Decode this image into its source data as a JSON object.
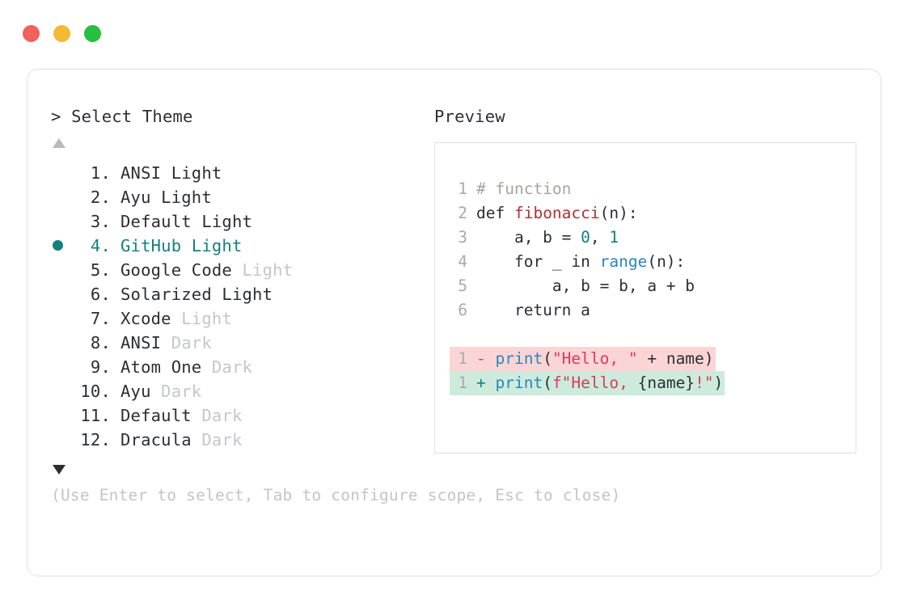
{
  "window": {
    "traffic_lights": [
      {
        "name": "close",
        "color": "#f2615c"
      },
      {
        "name": "minimize",
        "color": "#f5b935"
      },
      {
        "name": "maximize",
        "color": "#27bf3f"
      }
    ]
  },
  "left": {
    "prompt": "> Select Theme",
    "scroll_up_icon": "triangle-up",
    "scroll_down_icon": "triangle-down",
    "selected_index": 4,
    "themes": [
      {
        "num": "1.",
        "name": "ANSI Light",
        "variant": "",
        "selected": false
      },
      {
        "num": "2.",
        "name": "Ayu Light",
        "variant": "",
        "selected": false
      },
      {
        "num": "3.",
        "name": "Default Light",
        "variant": "",
        "selected": false
      },
      {
        "num": "4.",
        "name": "GitHub Light",
        "variant": "",
        "selected": true
      },
      {
        "num": "5.",
        "name": "Google Code",
        "variant": "Light",
        "selected": false
      },
      {
        "num": "6.",
        "name": "Solarized Light",
        "variant": "",
        "selected": false
      },
      {
        "num": "7.",
        "name": "Xcode",
        "variant": "Light",
        "selected": false
      },
      {
        "num": "8.",
        "name": "ANSI",
        "variant": "Dark",
        "selected": false
      },
      {
        "num": "9.",
        "name": "Atom One",
        "variant": "Dark",
        "selected": false
      },
      {
        "num": "10.",
        "name": "Ayu",
        "variant": "Dark",
        "selected": false
      },
      {
        "num": "11.",
        "name": "Default",
        "variant": "Dark",
        "selected": false
      },
      {
        "num": "12.",
        "name": "Dracula",
        "variant": "Dark",
        "selected": false
      }
    ]
  },
  "right": {
    "title": "Preview",
    "code_lines": [
      {
        "gutter": "1",
        "tokens": [
          {
            "t": "# function",
            "c": "comment"
          }
        ]
      },
      {
        "gutter": "2",
        "tokens": [
          {
            "t": "def ",
            "c": "kw"
          },
          {
            "t": "fibonacci",
            "c": "fn"
          },
          {
            "t": "(n):",
            "c": "punct"
          }
        ]
      },
      {
        "gutter": "3",
        "tokens": [
          {
            "t": "    a, b = ",
            "c": "plain"
          },
          {
            "t": "0",
            "c": "num"
          },
          {
            "t": ", ",
            "c": "plain"
          },
          {
            "t": "1",
            "c": "num"
          }
        ]
      },
      {
        "gutter": "4",
        "tokens": [
          {
            "t": "    for _ in ",
            "c": "plain"
          },
          {
            "t": "range",
            "c": "builtin"
          },
          {
            "t": "(n):",
            "c": "punct"
          }
        ]
      },
      {
        "gutter": "5",
        "tokens": [
          {
            "t": "        a, b = b, a + b",
            "c": "plain"
          }
        ]
      },
      {
        "gutter": "6",
        "tokens": [
          {
            "t": "    return a",
            "c": "plain"
          }
        ]
      }
    ],
    "diff_lines": [
      {
        "kind": "del",
        "gutter": "1",
        "marker": "- ",
        "tokens": [
          {
            "t": "print",
            "c": "call"
          },
          {
            "t": "(",
            "c": "punct"
          },
          {
            "t": "\"Hello, \"",
            "c": "str"
          },
          {
            "t": " + name)",
            "c": "plain"
          }
        ]
      },
      {
        "kind": "add",
        "gutter": "1",
        "marker": "+ ",
        "tokens": [
          {
            "t": "print",
            "c": "call"
          },
          {
            "t": "(",
            "c": "punct"
          },
          {
            "t": "f\"Hello, ",
            "c": "str"
          },
          {
            "t": "{name}",
            "c": "plain"
          },
          {
            "t": "!\"",
            "c": "str"
          },
          {
            "t": ")",
            "c": "punct"
          }
        ]
      }
    ]
  },
  "hint": "(Use Enter to select, Tab to configure scope, Esc to close)",
  "colors": {
    "accent_teal": "#14807f",
    "text": "#2b2f33",
    "muted": "#c4c7c9",
    "border": "#e2e2e2",
    "diff_del_bg": "#fbd5d5",
    "diff_add_bg": "#ccebdc"
  }
}
